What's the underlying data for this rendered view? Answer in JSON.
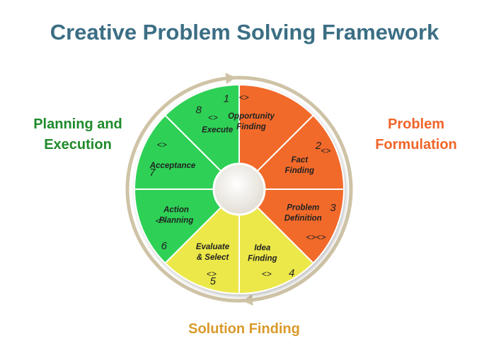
{
  "title": "Creative Problem Solving Framework",
  "stages": {
    "planning": [
      "Planning and",
      "Execution"
    ],
    "problem": [
      "Problem",
      "Formulation"
    ],
    "solution": "Solution Finding"
  },
  "colors": {
    "title": "#3b6e84",
    "planning": "#1e8a2a",
    "problem": "#f06428",
    "solution": "#d99a2a",
    "orange_segment": "#f26a2c",
    "yellow_segment": "#ece84a",
    "green_segment": "#2fd157",
    "ring": "#cfc3a6"
  },
  "segments": [
    {
      "number": "1",
      "code": "<>",
      "label": [
        "Opportunity",
        "Finding"
      ],
      "color": "orange"
    },
    {
      "number": "2",
      "code": "<>",
      "label": [
        "Fact",
        "Finding"
      ],
      "color": "orange"
    },
    {
      "number": "3",
      "code": "<><>",
      "label": [
        "Problem",
        "Definition"
      ],
      "color": "orange"
    },
    {
      "number": "4",
      "code": "<>",
      "label": [
        "Idea",
        "Finding"
      ],
      "color": "yellow"
    },
    {
      "number": "5",
      "code": "<>",
      "label": [
        "Evaluate",
        "& Select"
      ],
      "color": "yellow"
    },
    {
      "number": "6",
      "code": "<>",
      "label": [
        "Action",
        "Planning"
      ],
      "color": "green"
    },
    {
      "number": "7",
      "code": "<>",
      "label": [
        "Acceptance"
      ],
      "color": "green"
    },
    {
      "number": "8",
      "code": "<>",
      "label": [
        "Execute"
      ],
      "color": "green"
    }
  ]
}
